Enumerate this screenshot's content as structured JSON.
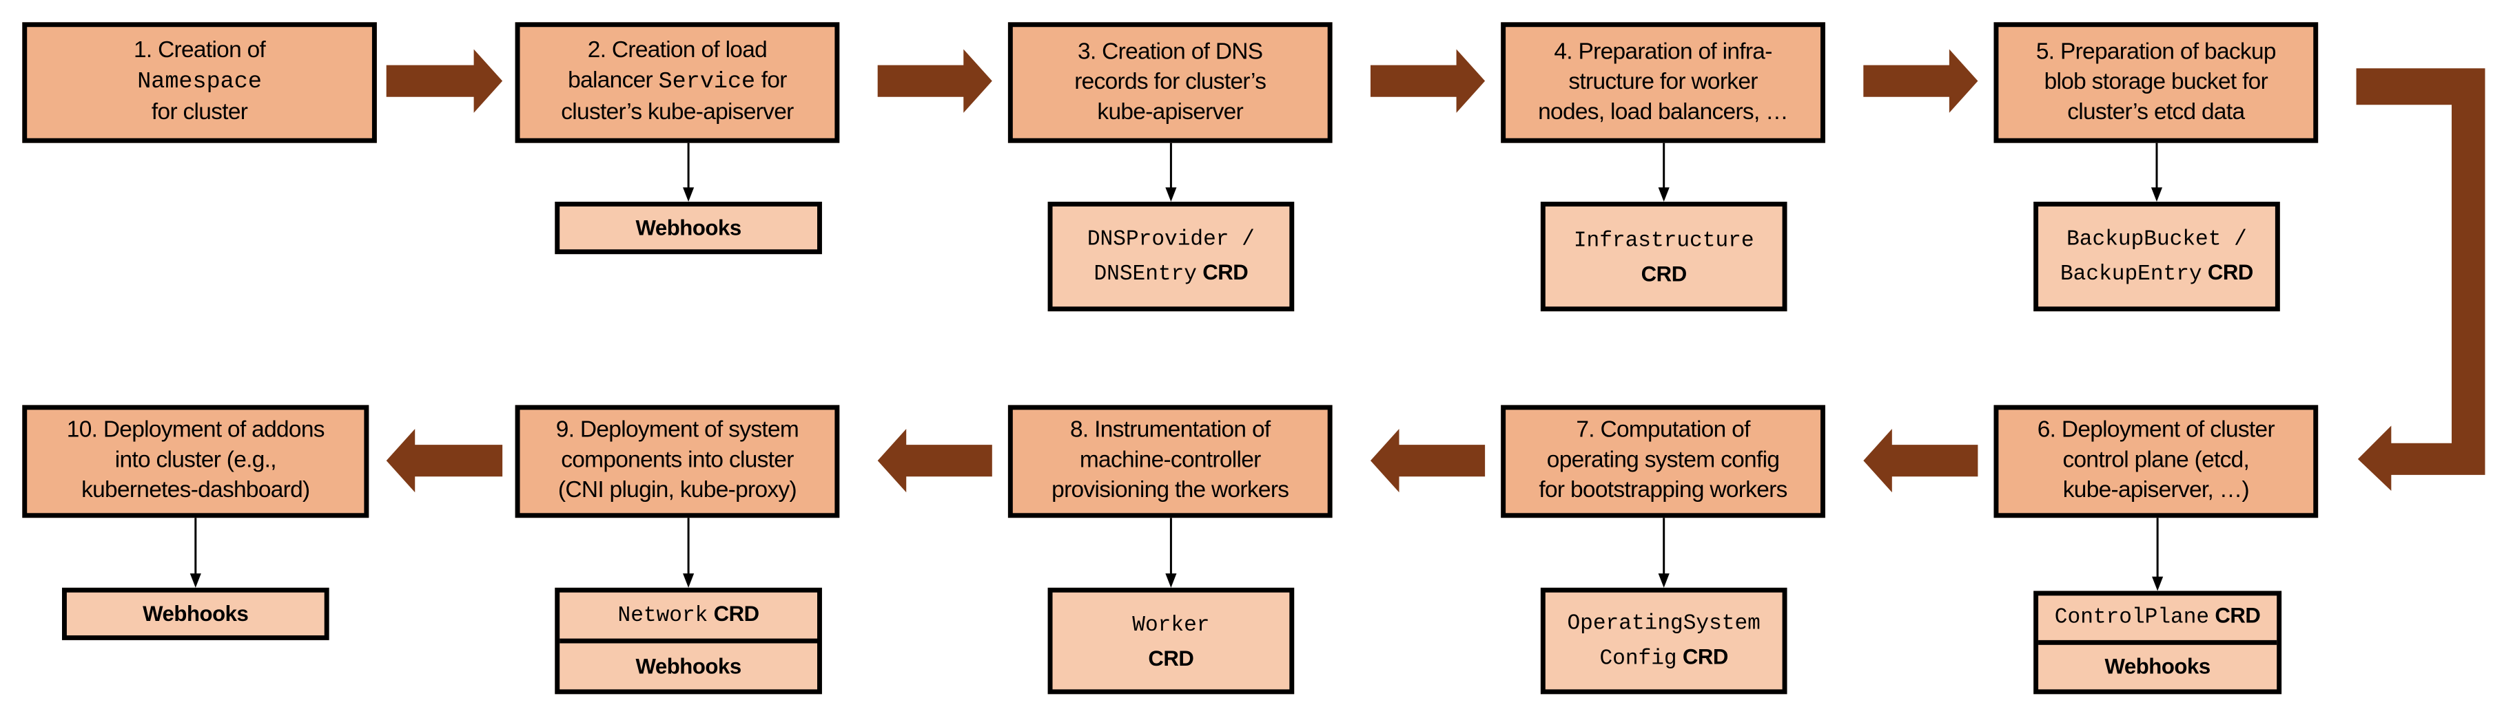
{
  "colors": {
    "step_box": "#F1B189",
    "resource_box": "#F7CAAD",
    "flow_arrow": "#7E3A17",
    "border": "#000000"
  },
  "steps": [
    {
      "lines": [
        [
          {
            "t": "1. Creation of"
          }
        ],
        [
          {
            "t": "Namespace",
            "mono": true
          }
        ],
        [
          {
            "t": "for cluster"
          }
        ]
      ],
      "sub": []
    },
    {
      "lines": [
        [
          {
            "t": "2. Creation of load"
          }
        ],
        [
          {
            "t": "balancer "
          },
          {
            "t": "Service",
            "mono": true
          },
          {
            "t": " for"
          }
        ],
        [
          {
            "t": "cluster’s kube-apiserver"
          }
        ]
      ],
      "sub": [
        [
          [
            {
              "t": "Webhooks"
            }
          ]
        ]
      ]
    },
    {
      "lines": [
        [
          {
            "t": "3. Creation of DNS"
          }
        ],
        [
          {
            "t": "records for cluster’s"
          }
        ],
        [
          {
            "t": "kube-apiserver"
          }
        ]
      ],
      "sub": [
        [
          [
            {
              "t": "DNSProvider /",
              "mono": true
            }
          ],
          [
            {
              "t": "DNSEntry",
              "mono": true
            },
            {
              "t": " CRD"
            }
          ]
        ]
      ]
    },
    {
      "lines": [
        [
          {
            "t": "4. Preparation of infra-"
          }
        ],
        [
          {
            "t": "structure for worker"
          }
        ],
        [
          {
            "t": "nodes, load balancers, …"
          }
        ]
      ],
      "sub": [
        [
          [
            {
              "t": "Infrastructure",
              "mono": true
            }
          ],
          [
            {
              "t": "CRD"
            }
          ]
        ]
      ]
    },
    {
      "lines": [
        [
          {
            "t": "5. Preparation of backup"
          }
        ],
        [
          {
            "t": "blob storage bucket for"
          }
        ],
        [
          {
            "t": "cluster’s etcd data"
          }
        ]
      ],
      "sub": [
        [
          [
            {
              "t": "BackupBucket /",
              "mono": true
            }
          ],
          [
            {
              "t": "BackupEntry",
              "mono": true
            },
            {
              "t": " CRD"
            }
          ]
        ]
      ]
    },
    {
      "lines": [
        [
          {
            "t": "6. Deployment of cluster"
          }
        ],
        [
          {
            "t": "control plane (etcd,"
          }
        ],
        [
          {
            "t": "kube-apiserver, …)"
          }
        ]
      ],
      "sub": [
        [
          [
            {
              "t": "ControlPlane",
              "mono": true
            },
            {
              "t": " CRD"
            }
          ]
        ],
        [
          [
            {
              "t": "Webhooks"
            }
          ]
        ]
      ]
    },
    {
      "lines": [
        [
          {
            "t": "7. Computation of"
          }
        ],
        [
          {
            "t": "operating system config"
          }
        ],
        [
          {
            "t": "for bootstrapping workers"
          }
        ]
      ],
      "sub": [
        [
          [
            {
              "t": "OperatingSystem",
              "mono": true
            }
          ],
          [
            {
              "t": "Config",
              "mono": true
            },
            {
              "t": " CRD"
            }
          ]
        ]
      ]
    },
    {
      "lines": [
        [
          {
            "t": "8. Instrumentation of"
          }
        ],
        [
          {
            "t": "machine-controller"
          }
        ],
        [
          {
            "t": "provisioning the workers"
          }
        ]
      ],
      "sub": [
        [
          [
            {
              "t": "Worker",
              "mono": true
            }
          ],
          [
            {
              "t": "CRD"
            }
          ]
        ]
      ]
    },
    {
      "lines": [
        [
          {
            "t": "9. Deployment of system"
          }
        ],
        [
          {
            "t": "components into cluster"
          }
        ],
        [
          {
            "t": "(CNI plugin, kube-proxy)"
          }
        ]
      ],
      "sub": [
        [
          [
            {
              "t": "Network",
              "mono": true
            },
            {
              "t": " CRD"
            }
          ]
        ],
        [
          [
            {
              "t": "Webhooks"
            }
          ]
        ]
      ]
    },
    {
      "lines": [
        [
          {
            "t": "10. Deployment of addons"
          }
        ],
        [
          {
            "t": "into cluster (e.g.,"
          }
        ],
        [
          {
            "t": "kubernetes-dashboard)"
          }
        ]
      ],
      "sub": [
        [
          [
            {
              "t": "Webhooks"
            }
          ]
        ]
      ]
    }
  ]
}
